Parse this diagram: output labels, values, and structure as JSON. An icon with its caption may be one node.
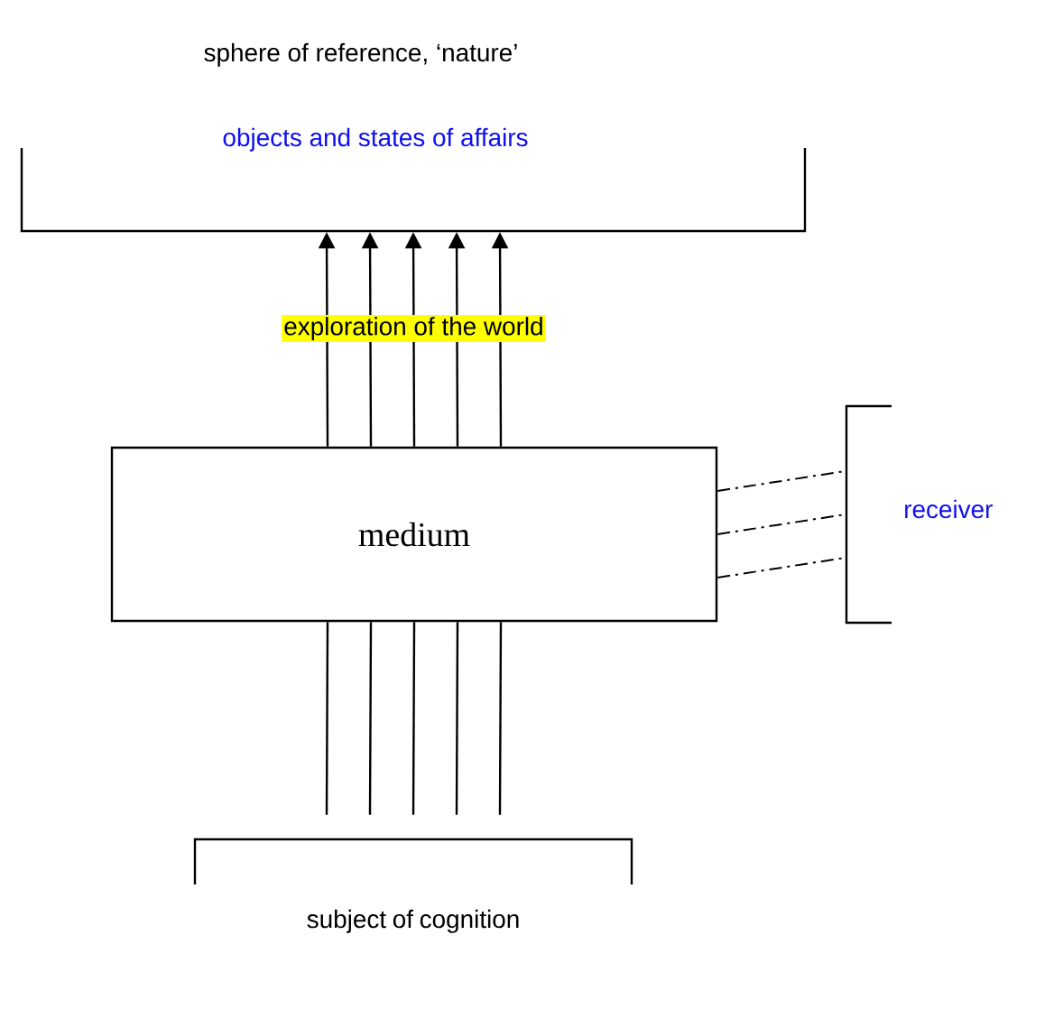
{
  "diagram": {
    "nodes": [
      {
        "text": [
          "sphere of reference, ‘nature’",
          "objects and states of affairs"
        ]
      },
      {
        "text": [
          "medium"
        ]
      },
      {
        "text": [
          "receiver"
        ]
      },
      {
        "text": [
          "subject of cognition"
        ]
      }
    ],
    "edges": [
      {
        "from": 1,
        "to": 0,
        "arrow": "to"
      },
      {
        "from": 1,
        "to": 0,
        "arrow": "to"
      },
      {
        "from": 1,
        "to": 0,
        "arrow": "to",
        "label": "exploration of the world"
      },
      {
        "from": 1,
        "to": 0,
        "arrow": "to"
      },
      {
        "from": 1,
        "to": 0,
        "arrow": "to"
      },
      {
        "from": 3,
        "to": 1,
        "arrow": "none"
      },
      {
        "from": 3,
        "to": 1,
        "arrow": "none"
      },
      {
        "from": 3,
        "to": 1,
        "arrow": "none"
      },
      {
        "from": 3,
        "to": 1,
        "arrow": "none"
      },
      {
        "from": 3,
        "to": 1,
        "arrow": "none"
      },
      {
        "from": 1,
        "to": 2,
        "arrow": "none",
        "style": "dashed"
      },
      {
        "from": 1,
        "to": 2,
        "arrow": "none",
        "style": "dashed"
      },
      {
        "from": 1,
        "to": 2,
        "arrow": "none",
        "style": "dashed"
      }
    ]
  }
}
